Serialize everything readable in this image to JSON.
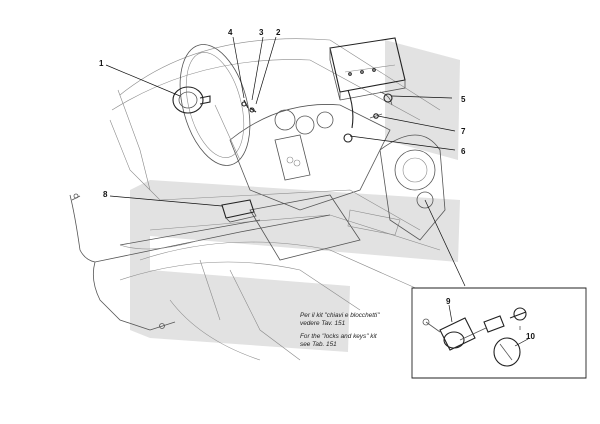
{
  "callouts": [
    {
      "id": "1",
      "label": "1"
    },
    {
      "id": "2",
      "label": "2"
    },
    {
      "id": "3",
      "label": "3"
    },
    {
      "id": "4",
      "label": "4"
    },
    {
      "id": "5",
      "label": "5"
    },
    {
      "id": "6",
      "label": "6"
    },
    {
      "id": "7",
      "label": "7"
    },
    {
      "id": "8",
      "label": "8"
    },
    {
      "id": "9",
      "label": "9"
    },
    {
      "id": "10",
      "label": "10"
    }
  ],
  "note": {
    "it_line1": "Per il kit \"chiavi e blocchetti\"",
    "it_line2": "vedere Tav. 151",
    "en_line1": "For the \"locks and keys\" kit",
    "en_line2": "see Tab. 151"
  },
  "colors": {
    "watermark": "#e2e2e2",
    "line": "#555555",
    "dark_line": "#222222"
  }
}
